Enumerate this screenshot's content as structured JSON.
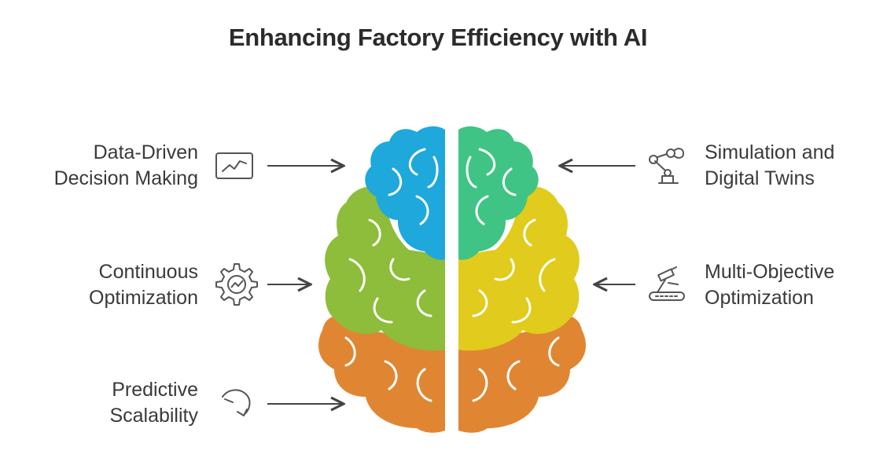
{
  "title": "Enhancing Factory Efficiency with AI",
  "items": [
    {
      "line1": "Data-Driven",
      "line2": "Decision Making",
      "icon": "line-chart-icon",
      "side": "left"
    },
    {
      "line1": "Continuous",
      "line2": "Optimization",
      "icon": "gear-icon",
      "side": "left"
    },
    {
      "line1": "Predictive",
      "line2": "Scalability",
      "icon": "curved-arrow-icon",
      "side": "left"
    },
    {
      "line1": "Simulation and",
      "line2": "Digital Twins",
      "icon": "robot-arm-icon",
      "side": "right"
    },
    {
      "line1": "Multi-Objective",
      "line2": "Optimization",
      "icon": "conveyor-icon",
      "side": "right"
    }
  ],
  "colors": {
    "blue": "#1EA8DC",
    "green": "#3FC485",
    "lime": "#8DBD3A",
    "yellow": "#E1CB1C",
    "orange": "#E08633",
    "text": "#3a3a3a",
    "stroke": "#555555"
  }
}
